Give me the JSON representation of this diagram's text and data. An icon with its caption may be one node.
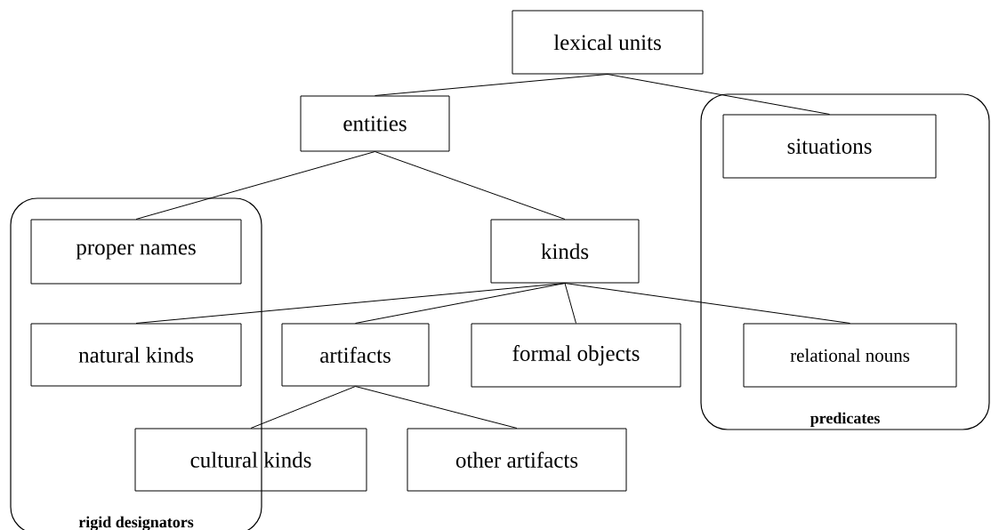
{
  "diagram": {
    "nodes": [
      {
        "text": [
          "lexical units"
        ]
      },
      {
        "text": [
          "entities"
        ]
      },
      {
        "text": [
          "predicates"
        ]
      },
      {
        "text": [
          "situations"
        ],
        "in": 2
      },
      {
        "text": [
          "rigid designators"
        ]
      },
      {
        "text": [
          "proper names"
        ],
        "in": 4
      },
      {
        "text": [
          "kinds"
        ]
      },
      {
        "text": [
          "natural kinds"
        ],
        "in": 4
      },
      {
        "text": [
          "artifacts"
        ]
      },
      {
        "text": [
          "formal objects"
        ]
      },
      {
        "text": [
          "relational nouns"
        ],
        "in": 2
      },
      {
        "text": [
          "cultural kinds"
        ]
      },
      {
        "text": [
          "other artifacts"
        ]
      }
    ],
    "edges": [
      {
        "from": 0,
        "to": 1,
        "arrow": "none"
      },
      {
        "from": 0,
        "to": 3,
        "arrow": "none"
      },
      {
        "from": 1,
        "to": 5,
        "arrow": "none"
      },
      {
        "from": 1,
        "to": 6,
        "arrow": "none"
      },
      {
        "from": 6,
        "to": 7,
        "arrow": "none"
      },
      {
        "from": 6,
        "to": 8,
        "arrow": "none"
      },
      {
        "from": 6,
        "to": 9,
        "arrow": "none"
      },
      {
        "from": 6,
        "to": 10,
        "arrow": "none"
      },
      {
        "from": 8,
        "to": 11,
        "arrow": "none"
      },
      {
        "from": 8,
        "to": 12,
        "arrow": "none"
      }
    ]
  }
}
